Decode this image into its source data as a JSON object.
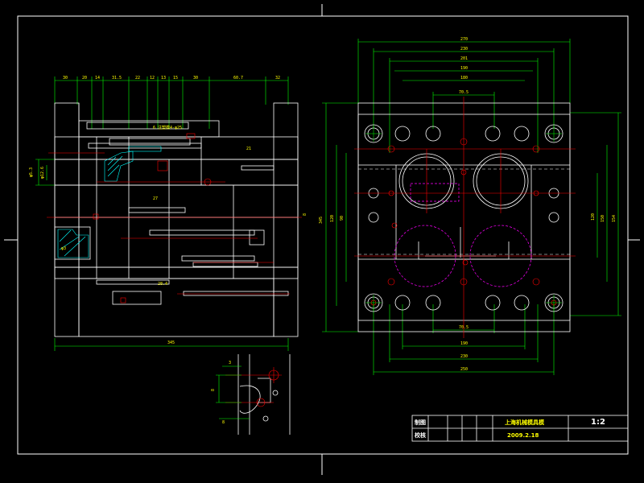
{
  "colors": {
    "background": "#000000",
    "outline": "#ffffff",
    "dimension": "#00ff00",
    "center": "#ff0000",
    "hidden": "#ff00ff",
    "text": "#ffff00",
    "section": "#00ffff"
  },
  "title_block": {
    "row1_label": "制图",
    "row2_label": "校核",
    "company": "上海机械模具模",
    "date": "2009.2.18",
    "scale": "1:2"
  },
  "left_view": {
    "top_dims": [
      "30",
      "20",
      "14",
      "31.5",
      "22",
      "12",
      "13",
      "15",
      "30",
      "60.7",
      "32"
    ],
    "overall_width": "345",
    "labels": [
      "6 注塑模4-φ25",
      "φ5.3",
      "φ12.6",
      "φ3",
      "27",
      "28.4",
      "21",
      "8"
    ]
  },
  "right_view": {
    "top_dims": [
      "270",
      "230",
      "201",
      "190",
      "180",
      "70.5"
    ],
    "bottom_dims": [
      "70.5",
      "190",
      "230",
      "250"
    ],
    "left_dims": [
      "345",
      "120",
      "90"
    ],
    "right_dims": [
      "120",
      "150",
      "154"
    ]
  },
  "detail_view": {
    "labels": [
      "8",
      "3",
      "8"
    ]
  }
}
